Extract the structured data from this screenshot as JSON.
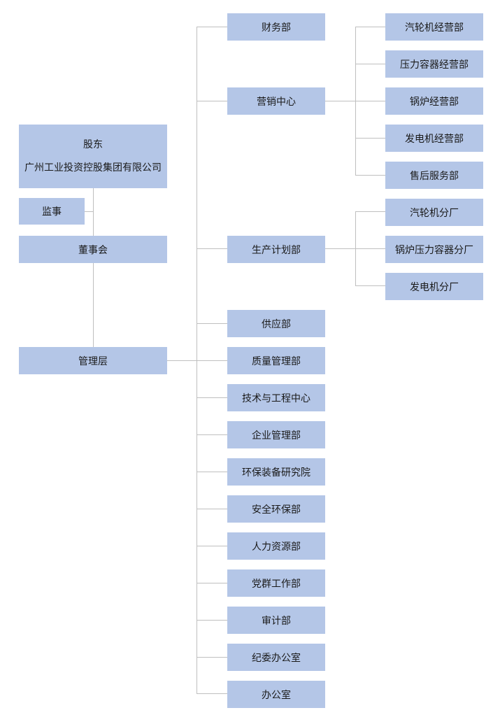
{
  "shareholder": {
    "label": "股东",
    "company": "广州工业投资控股集团有限公司"
  },
  "supervisor": "监事",
  "board": "董事会",
  "management": "管理层",
  "departments": {
    "finance": "财务部",
    "marketing": "营销中心",
    "production": "生产计划部",
    "supply": "供应部",
    "quality": "质量管理部",
    "tech": "技术与工程中心",
    "enterprise": "企业管理部",
    "env_institute": "环保装备研究院",
    "safety": "安全环保部",
    "hr": "人力资源部",
    "party": "党群工作部",
    "audit": "审计部",
    "discipline": "纪委办公室",
    "office": "办公室"
  },
  "marketing_units": [
    "汽轮机经营部",
    "压力容器经营部",
    "锅炉经营部",
    "发电机经营部",
    "售后服务部"
  ],
  "production_units": [
    "汽轮机分厂",
    "锅炉压力容器分厂",
    "发电机分厂"
  ]
}
